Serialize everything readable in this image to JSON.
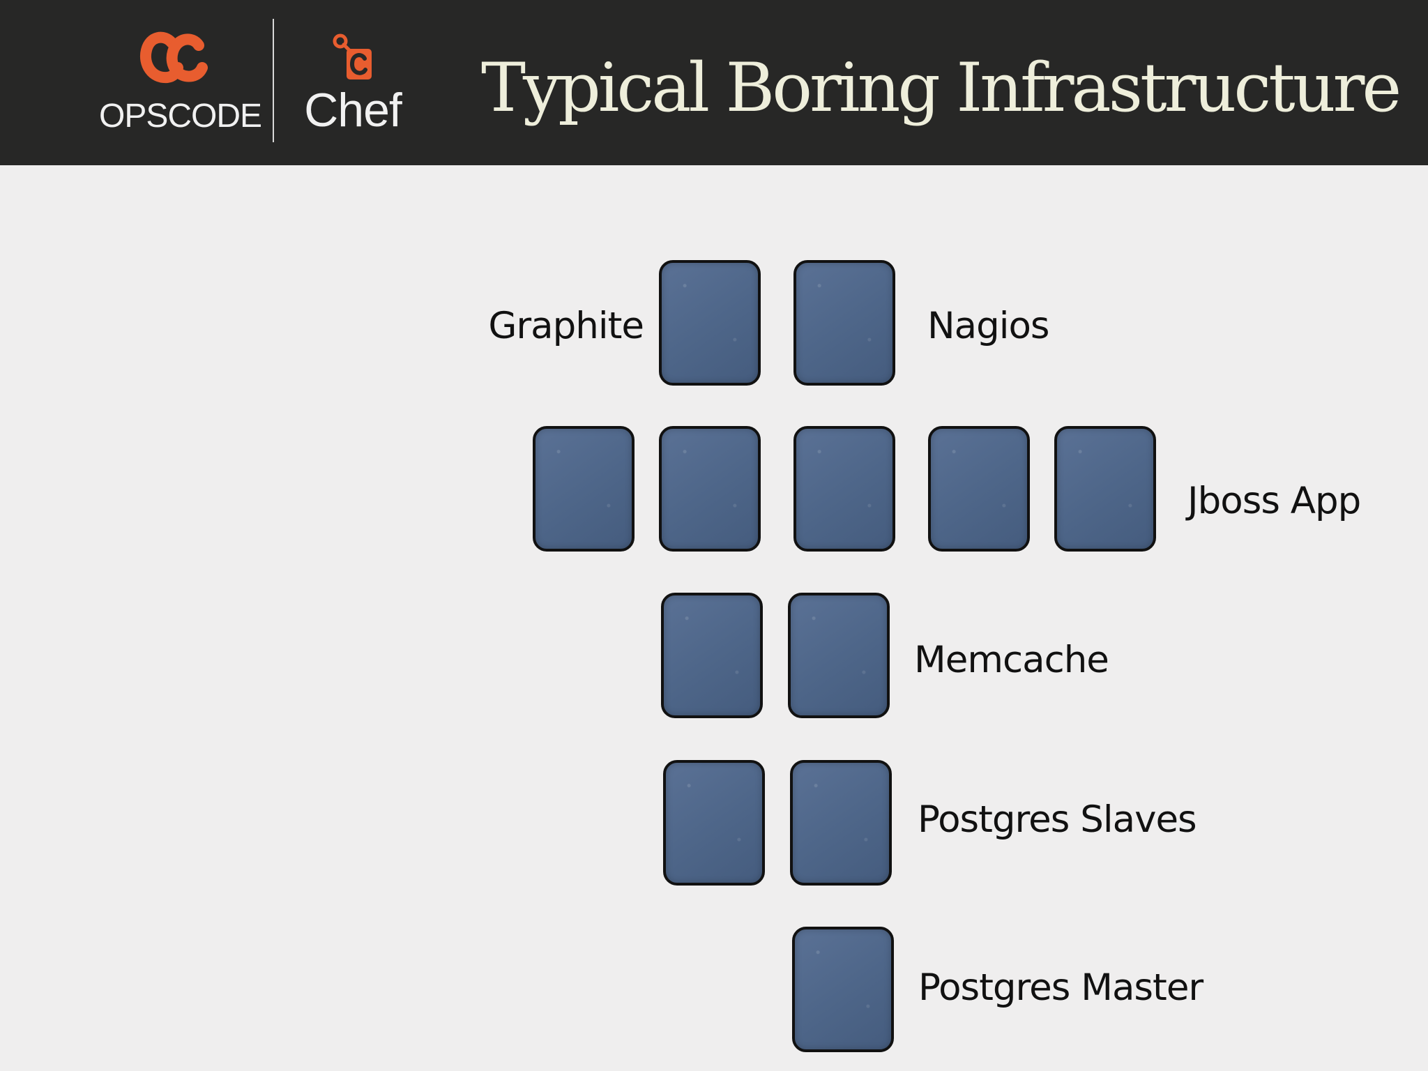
{
  "header": {
    "opscode_logo": {
      "text": "OPSCODE",
      "icon": "opscode-mark-icon"
    },
    "chef_logo": {
      "text": "Chef",
      "icon": "chef-mark-icon"
    },
    "title": "Typical Boring Infrastructure"
  },
  "diagram": {
    "labels": {
      "graphite": "Graphite",
      "nagios": "Nagios",
      "jboss_app": "Jboss App",
      "memcache": "Memcache",
      "postgres_slaves": "Postgres Slaves",
      "postgres_master": "Postgres Master"
    },
    "server_groups": [
      {
        "label": "Graphite",
        "server_count": 1
      },
      {
        "label": "Nagios",
        "server_count": 1
      },
      {
        "label": "Jboss App",
        "server_count": 5
      },
      {
        "label": "Memcache",
        "server_count": 2
      },
      {
        "label": "Postgres Slaves",
        "server_count": 2
      },
      {
        "label": "Postgres Master",
        "server_count": 1
      }
    ]
  },
  "colors": {
    "header_background": "#272726",
    "slide_background": "#efeeee",
    "title_text": "#eeeedb",
    "brand_orange": "#e85d2f",
    "server_fill": "#50688b",
    "server_outline": "#111111"
  }
}
